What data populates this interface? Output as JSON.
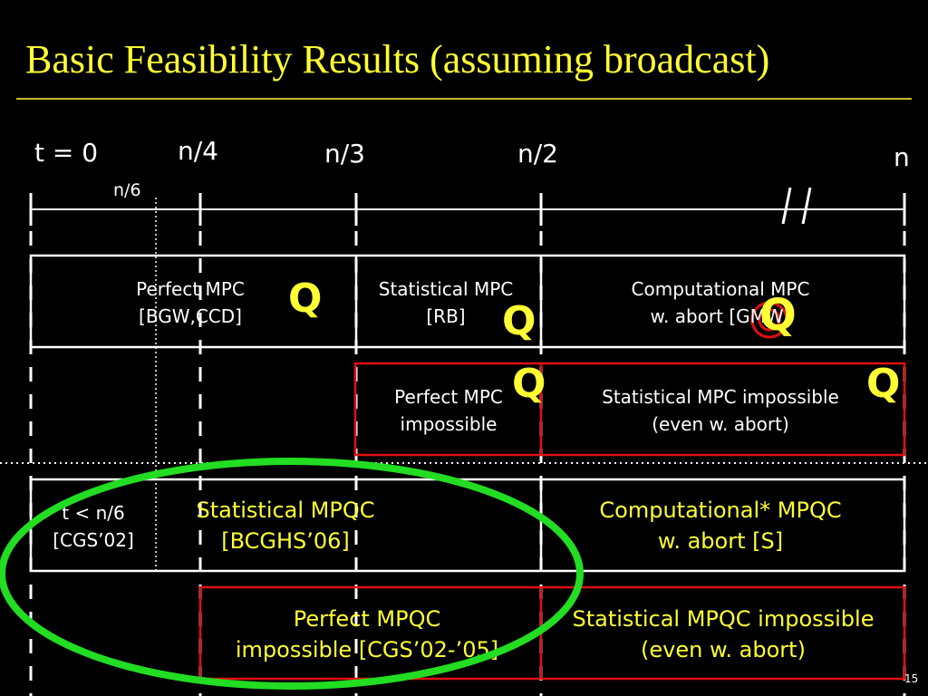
{
  "title": "Basic Feasibility Results (assuming broadcast)",
  "axis": {
    "t0": "t = 0",
    "n4": "n/4",
    "n3": "n/3",
    "n2": "n/2",
    "n": "n",
    "n6": "n/6",
    "break_mark": "/ /"
  },
  "row1": {
    "perfect_mpc": [
      "Perfect MPC",
      "[BGW,CCD]"
    ],
    "statistical_mpc": [
      "Statistical MPC",
      "[RB]"
    ],
    "computational_mpc": [
      "Computational MPC",
      "w. abort [GMW]"
    ]
  },
  "row2": {
    "perfect_impossible": [
      "Perfect MPC",
      "impossible"
    ],
    "statistical_impossible": [
      "Statistical MPC impossible",
      "(even w. abort)"
    ]
  },
  "row3": {
    "cgs": [
      "t < n/6",
      "[CGS’02]"
    ],
    "statistical_mpqc": [
      "Statistical MPQC",
      "[BCGHS’06]"
    ],
    "computational_mpqc": [
      "Computational* MPQC",
      "w. abort [S]"
    ]
  },
  "row4": {
    "perfect_mpqc_impossible": [
      "Perfect MPQC",
      "impossible [CGS’02-’05]"
    ],
    "statistical_mpqc_impossible": [
      "Statistical MPQC impossible",
      "(even w. abort)"
    ]
  },
  "q_marker": "Q",
  "page_number": "15",
  "colors": {
    "title": "#ffff33",
    "red": "#e01010",
    "green": "#22dd22",
    "white": "#ffffff"
  }
}
